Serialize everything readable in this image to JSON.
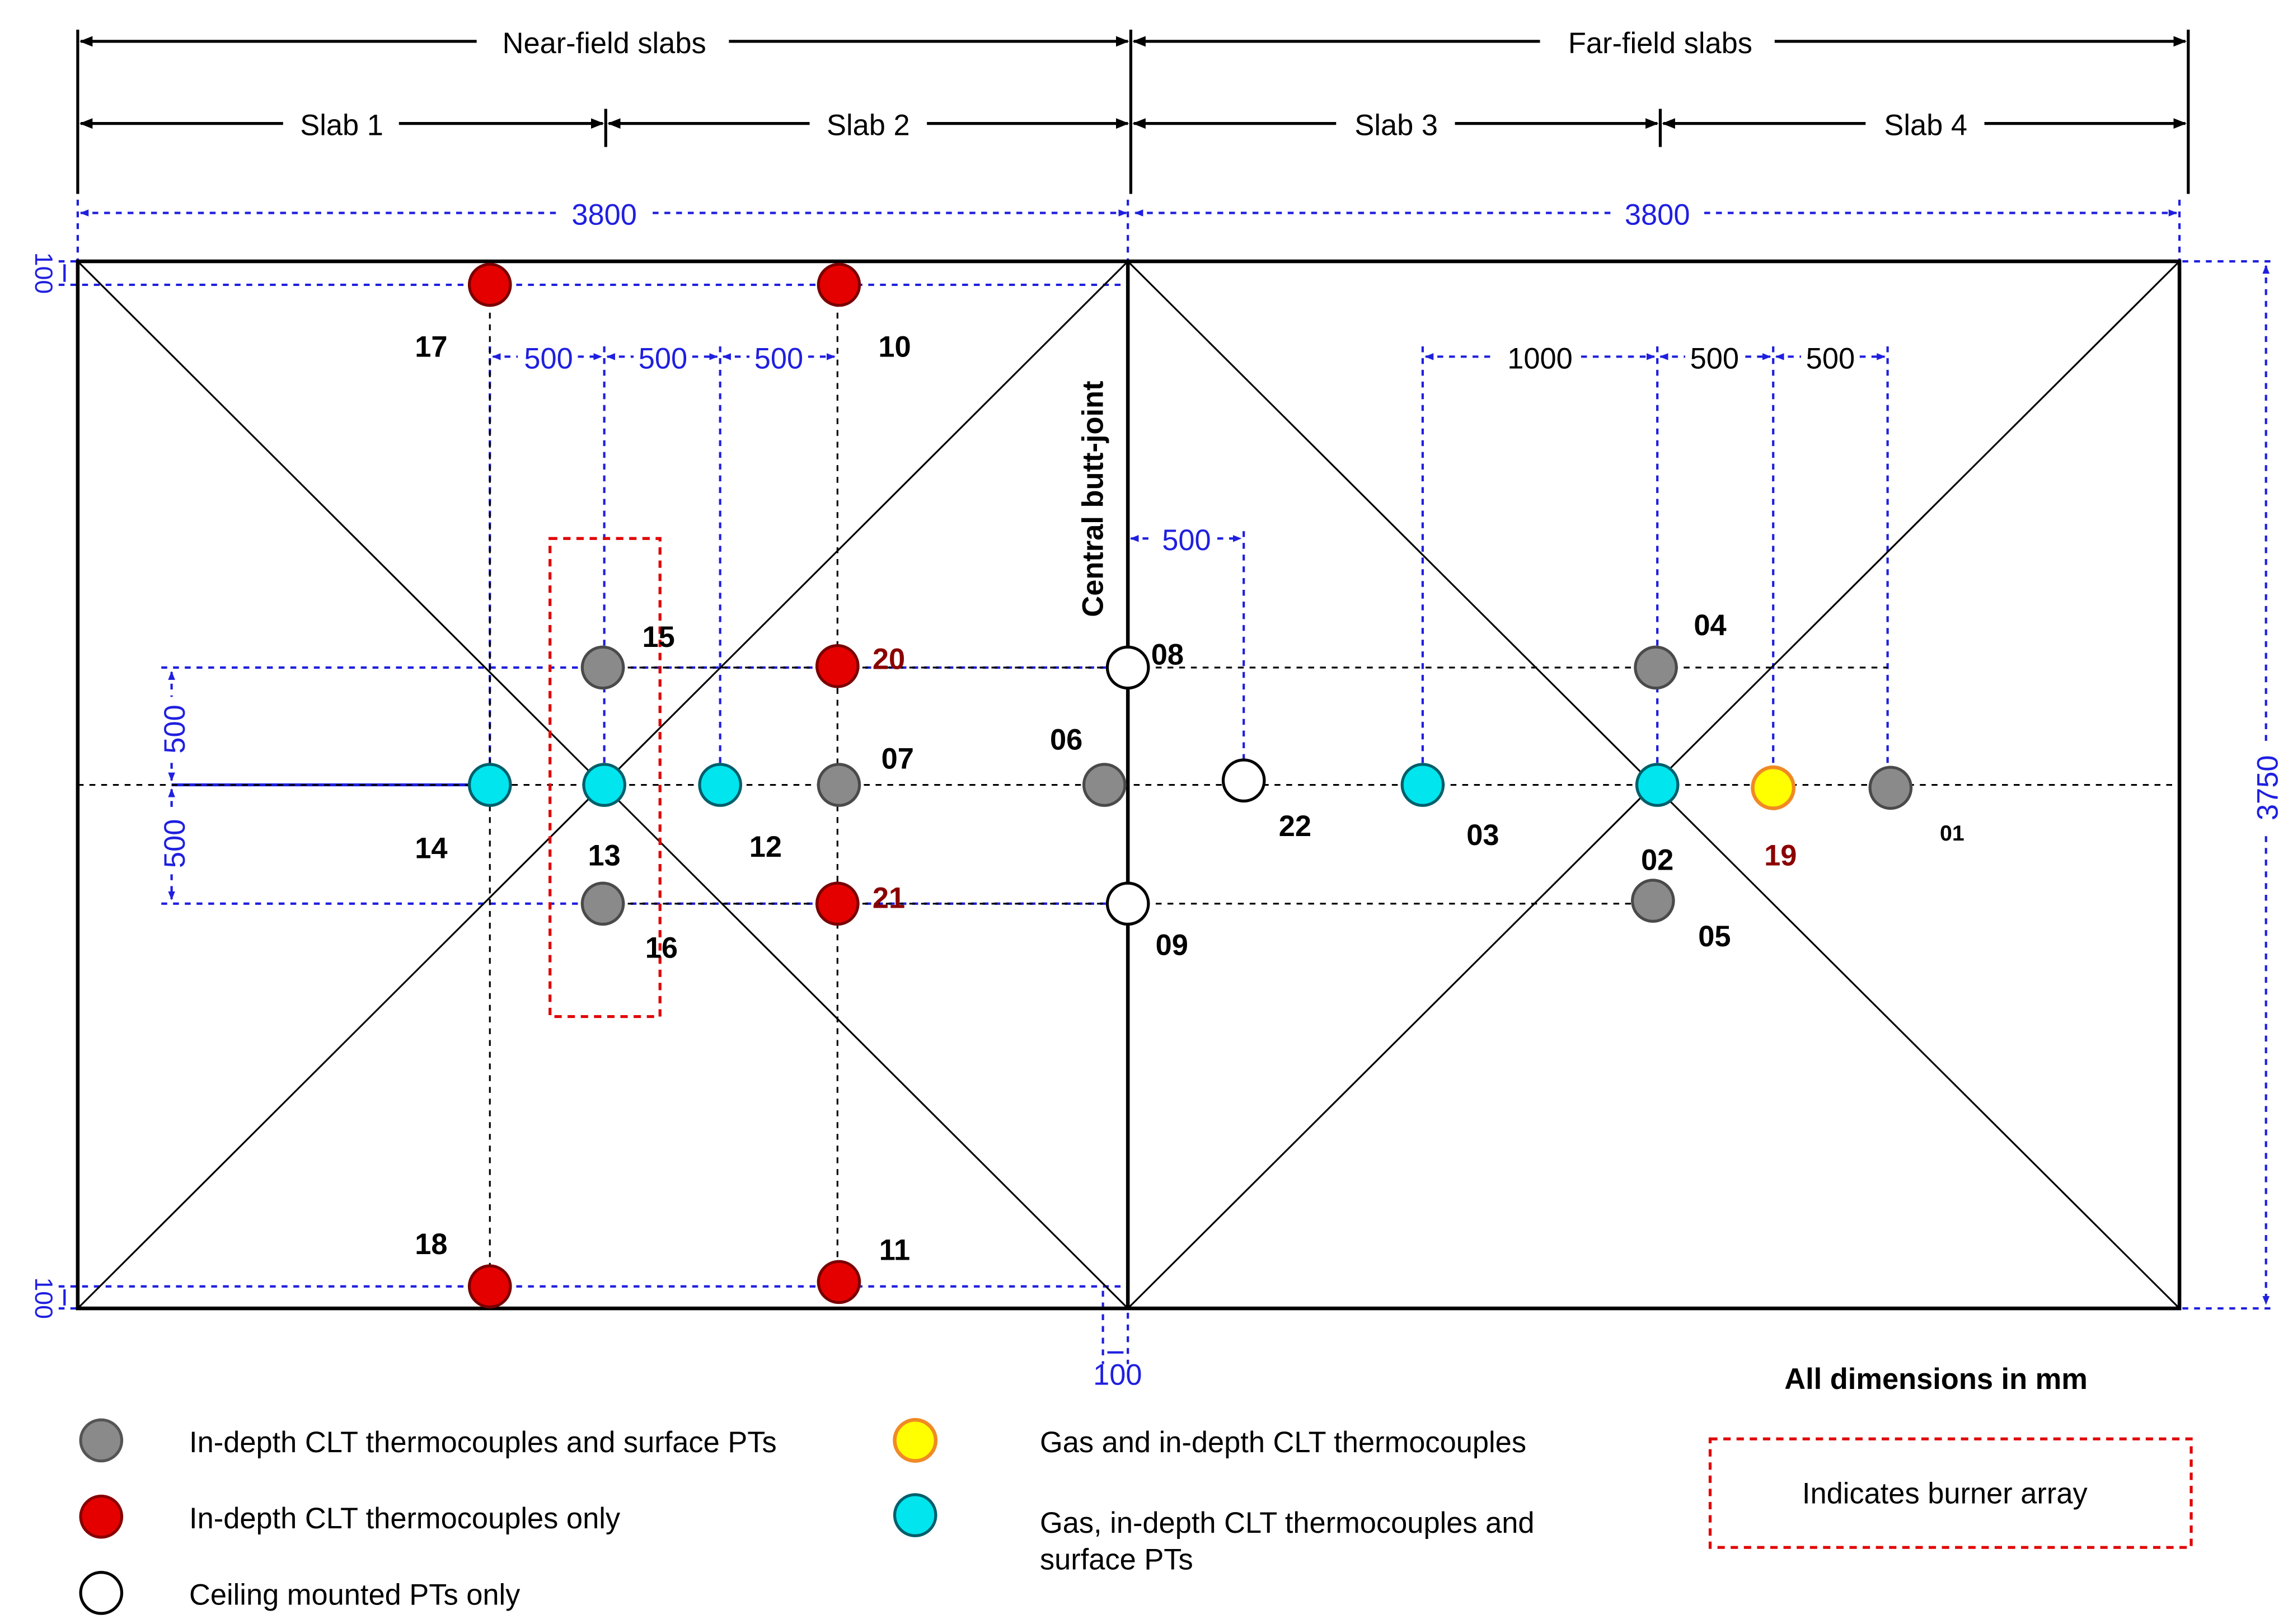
{
  "colors": {
    "dimension_black": "#000000",
    "dimension_blue": "#1f1fe0",
    "grey_marker": "#8a8a8a",
    "red_marker": "#e50000",
    "cyan_marker": "#00e5ee",
    "yellow_marker": "#ffff00",
    "yellow_outline": "#f08a24",
    "white_marker": "#ffffff",
    "burner_outline": "#e00000",
    "dark_red_label": "#8b0000"
  },
  "top_dimensions": {
    "near_field": "Near-field slabs",
    "far_field": "Far-field slabs",
    "slabs": [
      "Slab 1",
      "Slab 2",
      "Slab 3",
      "Slab 4"
    ]
  },
  "dimensions": {
    "left_span": "3800",
    "right_span": "3800",
    "height": "3750",
    "edge_top": "100",
    "edge_bottom": "100",
    "joint_gap": "100",
    "row_left": [
      "500",
      "500",
      "500"
    ],
    "row_right": [
      "1000",
      "500",
      "500"
    ],
    "joint_offset": "500",
    "vert_upper": "500",
    "vert_lower": "500"
  },
  "joint_label": "Central butt-joint",
  "points": [
    {
      "id": "17",
      "type": "red"
    },
    {
      "id": "10",
      "type": "red"
    },
    {
      "id": "18",
      "type": "red"
    },
    {
      "id": "11",
      "type": "red"
    },
    {
      "id": "20",
      "type": "red"
    },
    {
      "id": "21",
      "type": "red"
    },
    {
      "id": "15",
      "type": "grey"
    },
    {
      "id": "16",
      "type": "grey"
    },
    {
      "id": "07",
      "type": "grey"
    },
    {
      "id": "06",
      "type": "grey"
    },
    {
      "id": "04",
      "type": "grey"
    },
    {
      "id": "05",
      "type": "grey"
    },
    {
      "id": "01",
      "type": "grey"
    },
    {
      "id": "14",
      "type": "cyan"
    },
    {
      "id": "13",
      "type": "cyan"
    },
    {
      "id": "12",
      "type": "cyan"
    },
    {
      "id": "03",
      "type": "cyan"
    },
    {
      "id": "02",
      "type": "cyan"
    },
    {
      "id": "19",
      "type": "yellow"
    },
    {
      "id": "08",
      "type": "white"
    },
    {
      "id": "09",
      "type": "white"
    },
    {
      "id": "22",
      "type": "white"
    }
  ],
  "legend": {
    "grey": "In-depth CLT thermocouples and surface PTs",
    "red": "In-depth CLT thermocouples only",
    "white": "Ceiling mounted PTs only",
    "yellow": "Gas and in-depth CLT thermocouples",
    "cyan_line1": "Gas, in-depth CLT thermocouples and",
    "cyan_line2": "surface PTs",
    "units_note": "All dimensions in mm",
    "burner_note": "Indicates burner array"
  }
}
